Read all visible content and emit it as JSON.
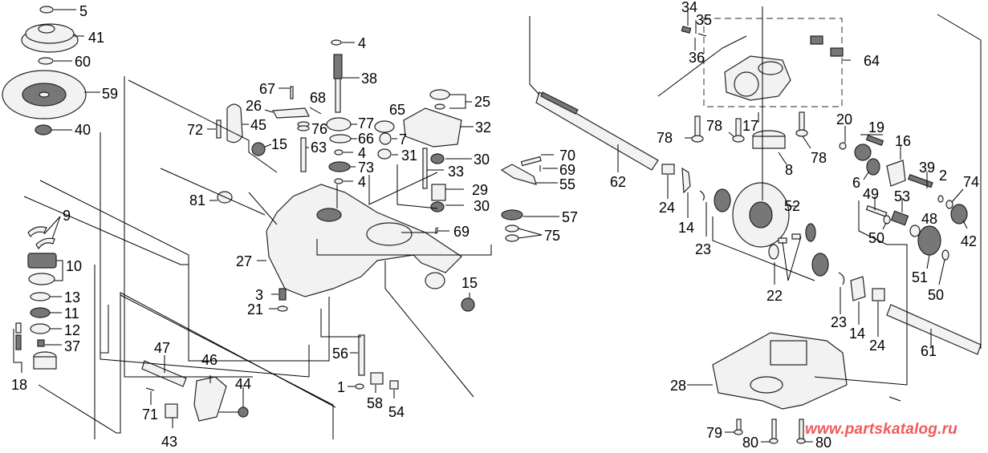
{
  "title": "Transmission exploded parts diagram",
  "watermark": "www.partskatalog.ru",
  "colors": {
    "watermark": "#f05a5a",
    "line": "#000000",
    "background": "#ffffff"
  },
  "callouts": [
    {
      "id": "c5",
      "text": "5"
    },
    {
      "id": "c41",
      "text": "41"
    },
    {
      "id": "c60",
      "text": "60"
    },
    {
      "id": "c59",
      "text": "59"
    },
    {
      "id": "c40",
      "text": "40"
    },
    {
      "id": "c9",
      "text": "9"
    },
    {
      "id": "c10",
      "text": "10"
    },
    {
      "id": "c13",
      "text": "13"
    },
    {
      "id": "c11",
      "text": "11"
    },
    {
      "id": "c12",
      "text": "12"
    },
    {
      "id": "c37",
      "text": "37"
    },
    {
      "id": "c18",
      "text": "18"
    },
    {
      "id": "c72",
      "text": "72"
    },
    {
      "id": "c45",
      "text": "45"
    },
    {
      "id": "c26",
      "text": "26"
    },
    {
      "id": "c67",
      "text": "67"
    },
    {
      "id": "c68",
      "text": "68"
    },
    {
      "id": "c15a",
      "text": "15"
    },
    {
      "id": "c81",
      "text": "81"
    },
    {
      "id": "c4a",
      "text": "4"
    },
    {
      "id": "c38",
      "text": "38"
    },
    {
      "id": "c77",
      "text": "77"
    },
    {
      "id": "c76",
      "text": "76"
    },
    {
      "id": "c66",
      "text": "66"
    },
    {
      "id": "c63",
      "text": "63"
    },
    {
      "id": "c4b",
      "text": "4"
    },
    {
      "id": "c73",
      "text": "73"
    },
    {
      "id": "c4c",
      "text": "4"
    },
    {
      "id": "c65",
      "text": "65"
    },
    {
      "id": "c7",
      "text": "7"
    },
    {
      "id": "c31",
      "text": "31"
    },
    {
      "id": "c25",
      "text": "25"
    },
    {
      "id": "c32",
      "text": "32"
    },
    {
      "id": "c30a",
      "text": "30"
    },
    {
      "id": "c33",
      "text": "33"
    },
    {
      "id": "c29",
      "text": "29"
    },
    {
      "id": "c30b",
      "text": "30"
    },
    {
      "id": "c69a",
      "text": "69"
    },
    {
      "id": "c27",
      "text": "27"
    },
    {
      "id": "c3",
      "text": "3"
    },
    {
      "id": "c21",
      "text": "21"
    },
    {
      "id": "c15b",
      "text": "15"
    },
    {
      "id": "c56",
      "text": "56"
    },
    {
      "id": "c1",
      "text": "1"
    },
    {
      "id": "c58",
      "text": "58"
    },
    {
      "id": "c54",
      "text": "54"
    },
    {
      "id": "c47",
      "text": "47"
    },
    {
      "id": "c46",
      "text": "46"
    },
    {
      "id": "c44",
      "text": "44"
    },
    {
      "id": "c71",
      "text": "71"
    },
    {
      "id": "c43",
      "text": "43"
    },
    {
      "id": "c70",
      "text": "70"
    },
    {
      "id": "c69b",
      "text": "69"
    },
    {
      "id": "c55",
      "text": "55"
    },
    {
      "id": "c57",
      "text": "57"
    },
    {
      "id": "c75",
      "text": "75"
    },
    {
      "id": "c62",
      "text": "62"
    },
    {
      "id": "c24a",
      "text": "24"
    },
    {
      "id": "c14a",
      "text": "14"
    },
    {
      "id": "c23a",
      "text": "23"
    },
    {
      "id": "c52",
      "text": "52"
    },
    {
      "id": "c22",
      "text": "22"
    },
    {
      "id": "c23b",
      "text": "23"
    },
    {
      "id": "c14b",
      "text": "14"
    },
    {
      "id": "c24b",
      "text": "24"
    },
    {
      "id": "c34",
      "text": "34"
    },
    {
      "id": "c35",
      "text": "35"
    },
    {
      "id": "c36",
      "text": "36"
    },
    {
      "id": "c64",
      "text": "64"
    },
    {
      "id": "c78a",
      "text": "78"
    },
    {
      "id": "c78b",
      "text": "78"
    },
    {
      "id": "c17",
      "text": "17"
    },
    {
      "id": "c78c",
      "text": "78"
    },
    {
      "id": "c8",
      "text": "8"
    },
    {
      "id": "c20",
      "text": "20"
    },
    {
      "id": "c19",
      "text": "19"
    },
    {
      "id": "c16",
      "text": "16"
    },
    {
      "id": "c6",
      "text": "6"
    },
    {
      "id": "c39",
      "text": "39"
    },
    {
      "id": "c2",
      "text": "2"
    },
    {
      "id": "c74",
      "text": "74"
    },
    {
      "id": "c49",
      "text": "49"
    },
    {
      "id": "c53",
      "text": "53"
    },
    {
      "id": "c48",
      "text": "48"
    },
    {
      "id": "c50a",
      "text": "50"
    },
    {
      "id": "c42",
      "text": "42"
    },
    {
      "id": "c51",
      "text": "51"
    },
    {
      "id": "c50b",
      "text": "50"
    },
    {
      "id": "c61",
      "text": "61"
    },
    {
      "id": "c28",
      "text": "28"
    },
    {
      "id": "c79",
      "text": "79"
    },
    {
      "id": "c80a",
      "text": "80"
    },
    {
      "id": "c80b",
      "text": "80"
    }
  ]
}
